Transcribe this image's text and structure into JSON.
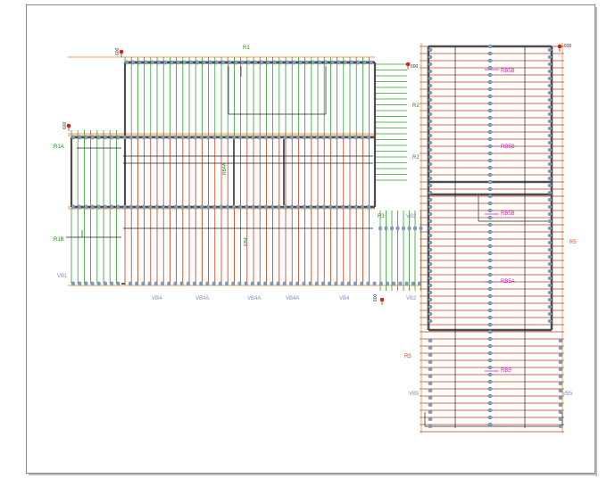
{
  "colors": {
    "green": "#2ea02e",
    "red": "#c43a10",
    "orange": "#e07b18",
    "beam": "#4d4d4d",
    "magenta": "#c81fc8",
    "lilac": "#8a86c0",
    "node": "#7f9fbf",
    "redmark": "#d42020",
    "label_green": "#1f8f1f",
    "label_red": "#c8501a"
  },
  "labels": {
    "r1": "R1",
    "r1a": "R1A",
    "r1b": "R1B",
    "r2a": "R2",
    "r2b": "R2",
    "r3": "R3",
    "r5a": "R5",
    "r5b": "R5",
    "vb1": "VB1",
    "vb2a": "VB2",
    "vb2b": "VB2",
    "vb5a": "VB5",
    "vb5b": "VB5",
    "vb4a_1": "VB4",
    "vb4a_2": "VB4A",
    "vb4a_3": "VB4A",
    "vb4a_4": "VB4A",
    "vb4a_5": "VB4",
    "rb5b_1": "RB5B",
    "rb5b_2": "RB5B",
    "rb5b_3": "RB5B",
    "rb5a": "RB5A",
    "rb5": "RB5",
    "rb4a": "RB4A",
    "rb4": "RB4",
    "mark_600_a": "600",
    "mark_600_b": "600",
    "mark_600_c": "600",
    "mark_600_d": "600",
    "mark_600_e": "600"
  }
}
